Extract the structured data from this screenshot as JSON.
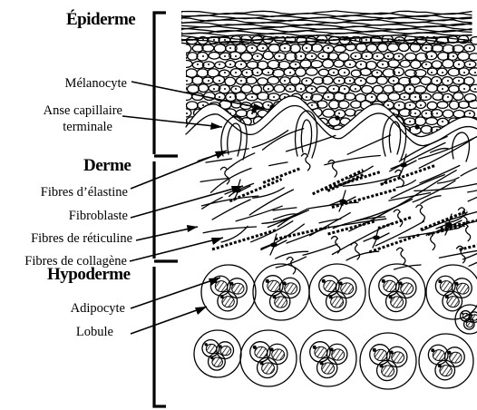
{
  "labels": {
    "epiderme": "Épiderme",
    "melanocyte": "Mélanocyte",
    "anse_line1": "Anse capillaire",
    "anse_line2": "terminale",
    "derme": "Derme",
    "elastine": "Fibres d’élastine",
    "fibroblaste": "Fibroblaste",
    "reticuline": "Fibres de réticuline",
    "collagene": "Fibres de collagène",
    "hypoderme": "Hypoderme",
    "adipocyte": "Adipocyte",
    "lobule": "Lobule"
  }
}
